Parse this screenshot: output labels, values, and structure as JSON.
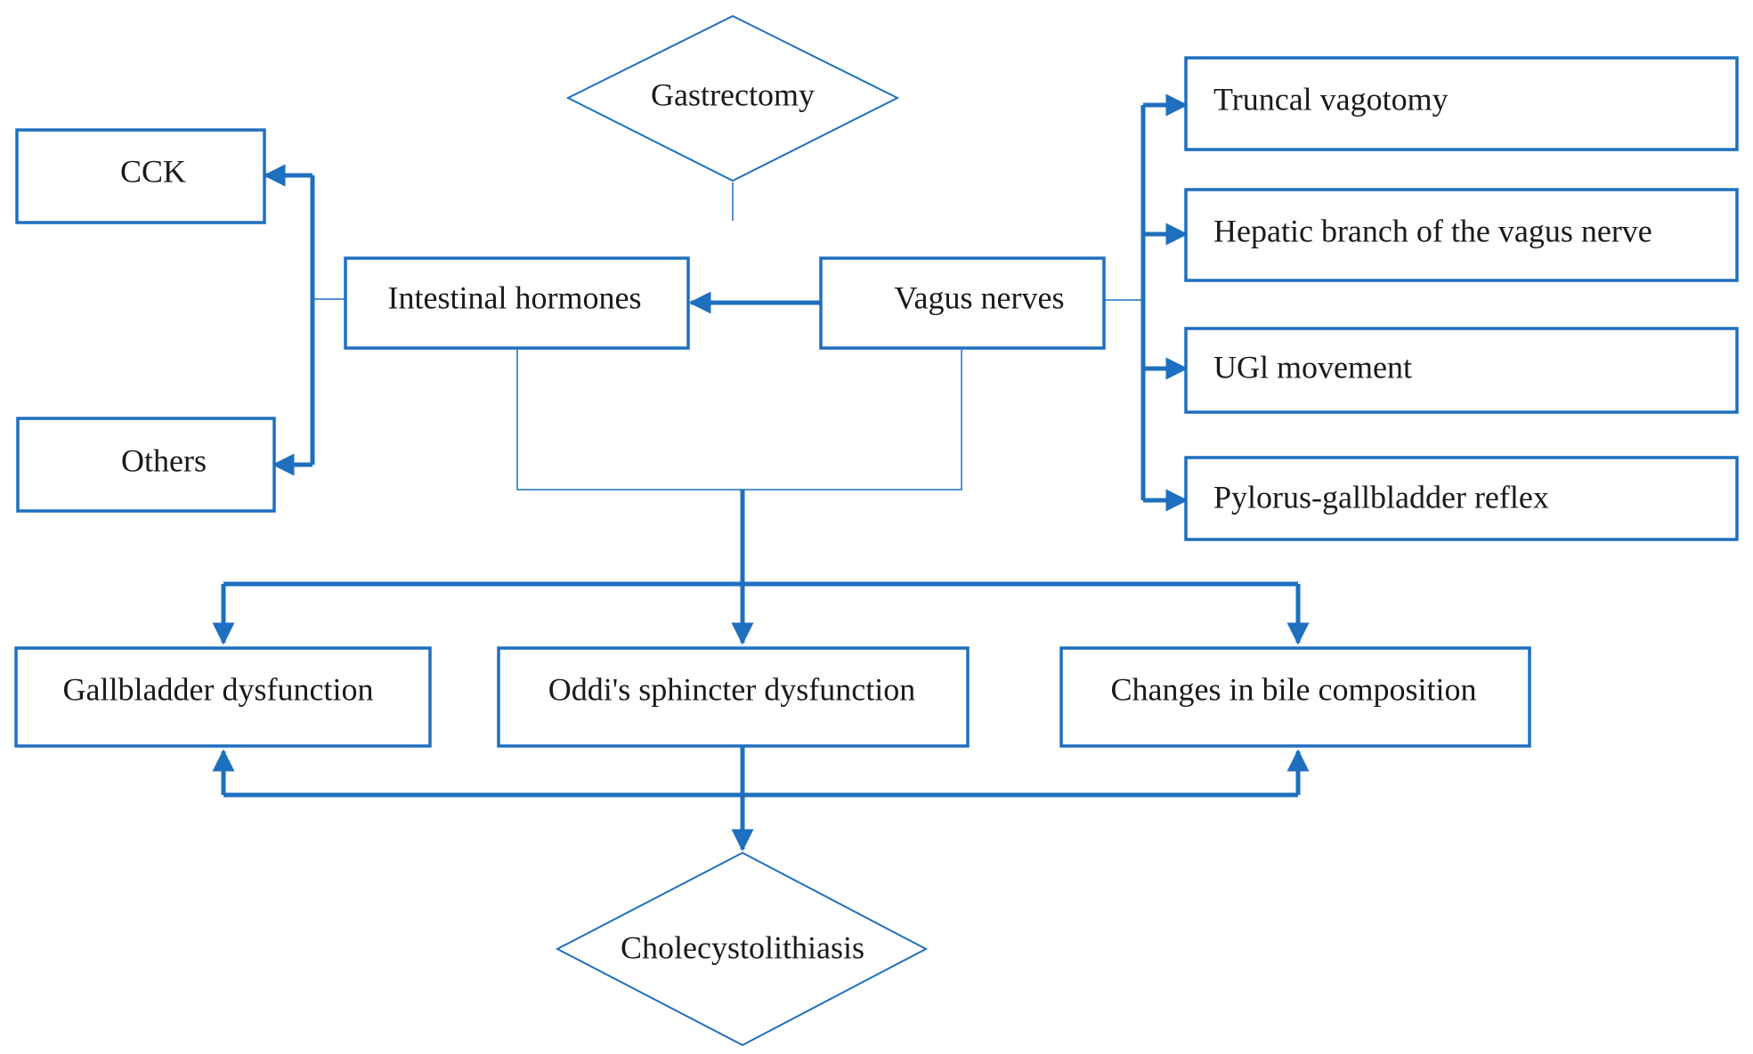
{
  "nodes": {
    "gastrectomy": "Gastrectomy",
    "cck": "CCK",
    "others": "Others",
    "intestinal_hormones": "Intestinal hormones",
    "vagus_nerves": "Vagus nerves",
    "truncal_vagotomy": "Truncal vagotomy",
    "hepatic_branch": "Hepatic branch of the vagus nerve",
    "ugi_movement": "UGl movement",
    "pylorus_reflex": "Pylorus-gallbladder reflex",
    "gallbladder_dysfunction": "Gallbladder dysfunction",
    "oddi_dysfunction": "Oddi's sphincter dysfunction",
    "bile_composition": "Changes in bile composition",
    "cholecystolithiasis": "Cholecystolithiasis"
  },
  "colors": {
    "accent": "#1f6fbf",
    "text": "#1a1a1a",
    "background": "#ffffff"
  }
}
